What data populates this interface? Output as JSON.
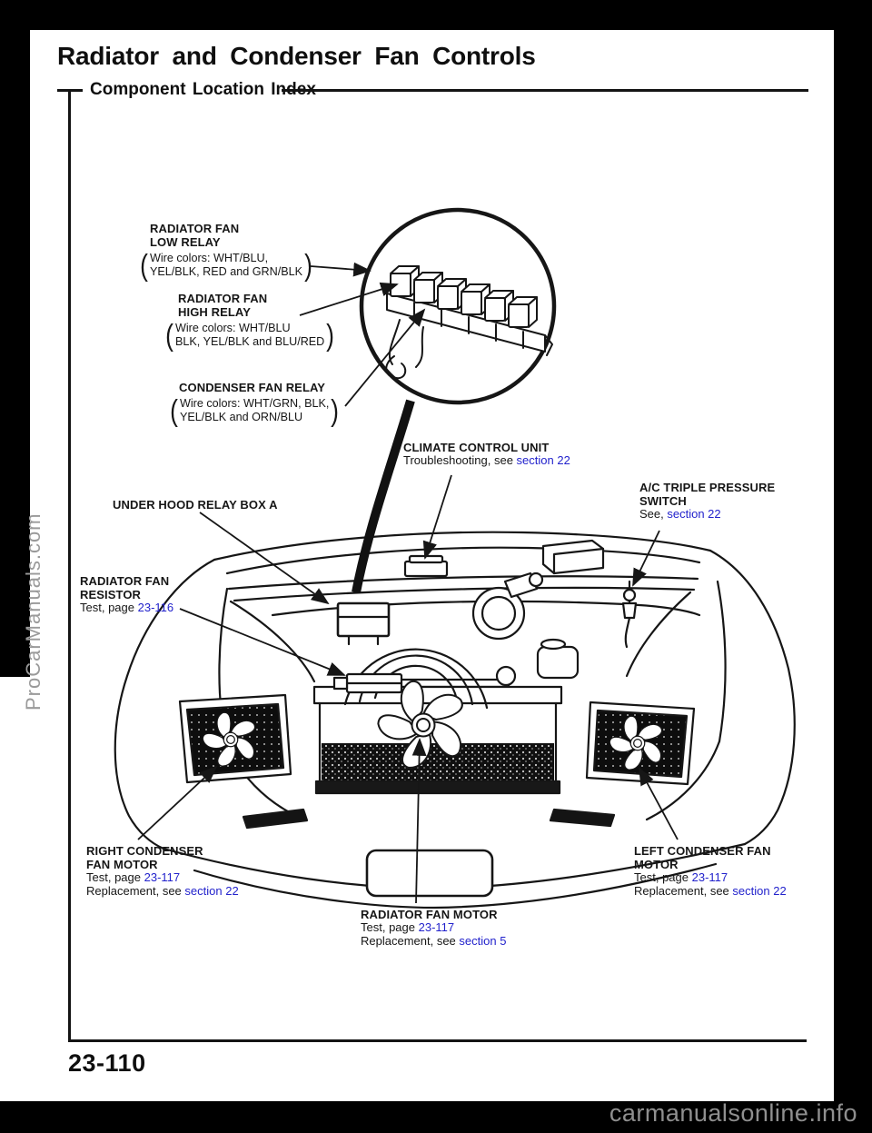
{
  "page": {
    "title": "Radiator and Condenser Fan Controls",
    "section_header": "Component Location Index",
    "page_number": "23-110",
    "watermark_bottom": "carmanualsonline.info",
    "watermark_side": "ProCarManuals.com"
  },
  "colors": {
    "ink": "#161616",
    "link_blue": "#2222cc",
    "watermark_gray": "#8f8f8f"
  },
  "labels": {
    "low_relay": {
      "title1": "RADIATOR FAN",
      "title2": "LOW RELAY",
      "wire1": "Wire colors: WHT/BLU,",
      "wire2": "YEL/BLK, RED and GRN/BLK",
      "paren_open": "(",
      "paren_close": ")"
    },
    "high_relay": {
      "title1": "RADIATOR FAN",
      "title2": "HIGH RELAY",
      "wire1": "Wire colors: WHT/BLU",
      "wire2": "BLK, YEL/BLK and BLU/RED",
      "paren_open": "(",
      "paren_close": ")"
    },
    "condenser_relay": {
      "title1": "CONDENSER FAN RELAY",
      "wire1": "Wire colors: WHT/GRN, BLK,",
      "wire2": "YEL/BLK and ORN/BLU",
      "paren_open": "(",
      "paren_close": ")"
    },
    "climate_control_unit": {
      "title": "CLIMATE CONTROL UNIT",
      "note_prefix": "Troubleshooting, see ",
      "note_link": "section 22"
    },
    "ac_triple_pressure_switch": {
      "title1": "A/C TRIPLE PRESSURE",
      "title2": "SWITCH",
      "note_prefix": "See, ",
      "note_link": "section 22"
    },
    "under_hood_relay_box": {
      "title": "UNDER HOOD RELAY BOX A"
    },
    "radiator_fan_resistor": {
      "title1": "RADIATOR FAN",
      "title2": "RESISTOR",
      "test_prefix": "Test, page ",
      "test_link": "23-116"
    },
    "right_condenser_fan_motor": {
      "title1": "RIGHT CONDENSER",
      "title2": "FAN MOTOR",
      "test_prefix": "Test, page ",
      "test_link": "23-117",
      "replace_prefix": "Replacement, see ",
      "replace_link": "section 22"
    },
    "radiator_fan_motor": {
      "title": "RADIATOR FAN MOTOR",
      "test_prefix": "Test, page ",
      "test_link": "23-117",
      "replace_prefix": "Replacement, see ",
      "replace_link": "section 5"
    },
    "left_condenser_fan_motor": {
      "title1": "LEFT CONDENSER FAN",
      "title2": "MOTOR",
      "test_prefix": "Test, page ",
      "test_link": "23-117",
      "replace_prefix": "Replacement, see ",
      "replace_link": "section 22"
    }
  }
}
